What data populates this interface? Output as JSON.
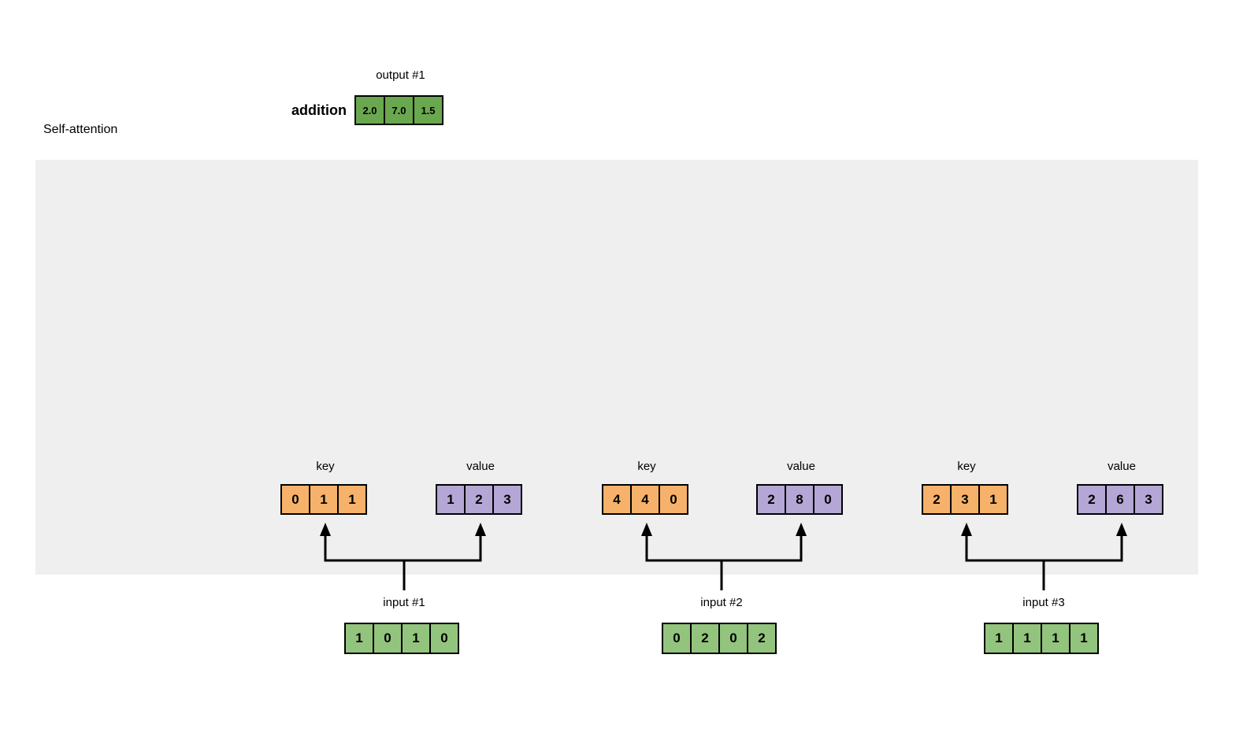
{
  "title": "Self-attention",
  "colors": {
    "panel_background": "#efefef",
    "output_green": "#6aa84f",
    "input_green": "#93c47d",
    "key_orange": "#f6b26b",
    "value_purple": "#b4a7d6",
    "line_black": "#000000"
  },
  "output": {
    "label": "output #1",
    "operation_label": "addition",
    "values": [
      "2.0",
      "7.0",
      "1.5"
    ]
  },
  "groups": [
    {
      "key": {
        "label": "key",
        "values": [
          "0",
          "1",
          "1"
        ]
      },
      "value": {
        "label": "value",
        "values": [
          "1",
          "2",
          "3"
        ]
      }
    },
    {
      "key": {
        "label": "key",
        "values": [
          "4",
          "4",
          "0"
        ]
      },
      "value": {
        "label": "value",
        "values": [
          "2",
          "8",
          "0"
        ]
      }
    },
    {
      "key": {
        "label": "key",
        "values": [
          "2",
          "3",
          "1"
        ]
      },
      "value": {
        "label": "value",
        "values": [
          "2",
          "6",
          "3"
        ]
      }
    }
  ],
  "inputs": [
    {
      "label": "input #1",
      "values": [
        "1",
        "0",
        "1",
        "0"
      ]
    },
    {
      "label": "input #2",
      "values": [
        "0",
        "2",
        "0",
        "2"
      ]
    },
    {
      "label": "input #3",
      "values": [
        "1",
        "1",
        "1",
        "1"
      ]
    }
  ]
}
